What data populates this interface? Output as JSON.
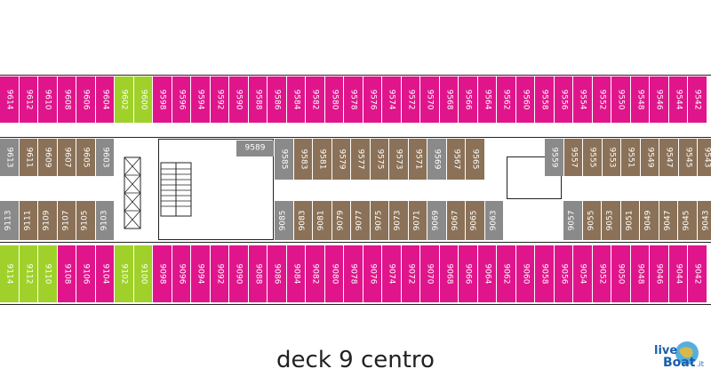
{
  "title": "deck 9 centro",
  "logo": {
    "word1": "live",
    "word2": "Boat",
    "suffix": ".it"
  },
  "colors": {
    "inside_cabin": "#8a7157",
    "balcony_cabin": "#e0158c",
    "accessible_cabin": "#9fd12a",
    "grey_cabin": "#8a8a8a",
    "outline": "#222222"
  },
  "rows": {
    "top_outer": [
      {
        "n": "9614",
        "t": "p"
      },
      {
        "n": "9612",
        "t": "p"
      },
      {
        "n": "9610",
        "t": "p"
      },
      {
        "n": "9608",
        "t": "p"
      },
      {
        "n": "9606",
        "t": "p"
      },
      {
        "n": "9604",
        "t": "p"
      },
      {
        "n": "9602",
        "t": "g"
      },
      {
        "n": "9600",
        "t": "g"
      },
      {
        "n": "9598",
        "t": "p"
      },
      {
        "n": "9596",
        "t": "p"
      },
      {
        "n": "9594",
        "t": "p"
      },
      {
        "n": "9592",
        "t": "p"
      },
      {
        "n": "9590",
        "t": "p"
      },
      {
        "n": "9588",
        "t": "p"
      },
      {
        "n": "9586",
        "t": "p"
      },
      {
        "n": "9584",
        "t": "p"
      },
      {
        "n": "9582",
        "t": "p"
      },
      {
        "n": "9580",
        "t": "p"
      },
      {
        "n": "9578",
        "t": "p"
      },
      {
        "n": "9576",
        "t": "p"
      },
      {
        "n": "9574",
        "t": "p"
      },
      {
        "n": "9572",
        "t": "p"
      },
      {
        "n": "9570",
        "t": "p"
      },
      {
        "n": "9568",
        "t": "p"
      },
      {
        "n": "9566",
        "t": "p"
      },
      {
        "n": "9564",
        "t": "p"
      },
      {
        "n": "9562",
        "t": "p"
      },
      {
        "n": "9560",
        "t": "p"
      },
      {
        "n": "9558",
        "t": "p"
      },
      {
        "n": "9556",
        "t": "p"
      },
      {
        "n": "9554",
        "t": "p"
      },
      {
        "n": "9552",
        "t": "p"
      },
      {
        "n": "9550",
        "t": "p"
      },
      {
        "n": "9548",
        "t": "p"
      },
      {
        "n": "9546",
        "t": "p"
      },
      {
        "n": "9544",
        "t": "p"
      },
      {
        "n": "9542",
        "t": "p"
      }
    ],
    "top_inner_left": [
      {
        "n": "9613",
        "t": "x"
      },
      {
        "n": "9611",
        "t": "b"
      },
      {
        "n": "9609",
        "t": "b"
      },
      {
        "n": "9607",
        "t": "b"
      },
      {
        "n": "9605",
        "t": "b"
      },
      {
        "n": "9603",
        "t": "x"
      }
    ],
    "top_inner_mid": [
      {
        "n": "9585",
        "t": "x"
      },
      {
        "n": "9583",
        "t": "b"
      },
      {
        "n": "9581",
        "t": "b"
      },
      {
        "n": "9579",
        "t": "b"
      },
      {
        "n": "9577",
        "t": "b"
      },
      {
        "n": "9575",
        "t": "b"
      },
      {
        "n": "9573",
        "t": "b"
      },
      {
        "n": "9571",
        "t": "b"
      },
      {
        "n": "9569",
        "t": "x"
      },
      {
        "n": "9567",
        "t": "b"
      },
      {
        "n": "9565",
        "t": "b"
      }
    ],
    "top_inner_right": [
      {
        "n": "9559",
        "t": "x"
      },
      {
        "n": "9557",
        "t": "b"
      },
      {
        "n": "9555",
        "t": "b"
      },
      {
        "n": "9553",
        "t": "b"
      },
      {
        "n": "9551",
        "t": "b"
      },
      {
        "n": "9549",
        "t": "b"
      },
      {
        "n": "9547",
        "t": "b"
      },
      {
        "n": "9545",
        "t": "b"
      },
      {
        "n": "9543",
        "t": "b"
      }
    ],
    "cabin_9589": "9589",
    "bottom_inner_left": [
      {
        "n": "9113",
        "t": "x"
      },
      {
        "n": "9111",
        "t": "b"
      },
      {
        "n": "9109",
        "t": "b"
      },
      {
        "n": "9107",
        "t": "b"
      },
      {
        "n": "9105",
        "t": "b"
      },
      {
        "n": "9103",
        "t": "x"
      }
    ],
    "bottom_inner_mid": [
      {
        "n": "9085",
        "t": "x"
      },
      {
        "n": "9083",
        "t": "b"
      },
      {
        "n": "9081",
        "t": "b"
      },
      {
        "n": "9079",
        "t": "b"
      },
      {
        "n": "9077",
        "t": "b"
      },
      {
        "n": "9075",
        "t": "b"
      },
      {
        "n": "9073",
        "t": "b"
      },
      {
        "n": "9071",
        "t": "b"
      },
      {
        "n": "9069",
        "t": "x"
      },
      {
        "n": "9067",
        "t": "b"
      },
      {
        "n": "9065",
        "t": "b"
      },
      {
        "n": "9063",
        "t": "x"
      }
    ],
    "bottom_inner_right": [
      {
        "n": "9057",
        "t": "x"
      },
      {
        "n": "9055",
        "t": "b"
      },
      {
        "n": "9053",
        "t": "b"
      },
      {
        "n": "9051",
        "t": "b"
      },
      {
        "n": "9049",
        "t": "b"
      },
      {
        "n": "9047",
        "t": "b"
      },
      {
        "n": "9045",
        "t": "b"
      },
      {
        "n": "9043",
        "t": "b"
      }
    ],
    "bottom_outer": [
      {
        "n": "9114",
        "t": "g"
      },
      {
        "n": "9112",
        "t": "g"
      },
      {
        "n": "9110",
        "t": "g"
      },
      {
        "n": "9108",
        "t": "p"
      },
      {
        "n": "9106",
        "t": "p"
      },
      {
        "n": "9104",
        "t": "p"
      },
      {
        "n": "9102",
        "t": "g"
      },
      {
        "n": "9100",
        "t": "g"
      },
      {
        "n": "9098",
        "t": "p"
      },
      {
        "n": "9096",
        "t": "p"
      },
      {
        "n": "9094",
        "t": "p"
      },
      {
        "n": "9092",
        "t": "p"
      },
      {
        "n": "9090",
        "t": "p"
      },
      {
        "n": "9088",
        "t": "p"
      },
      {
        "n": "9086",
        "t": "p"
      },
      {
        "n": "9084",
        "t": "p"
      },
      {
        "n": "9082",
        "t": "p"
      },
      {
        "n": "9080",
        "t": "p"
      },
      {
        "n": "9078",
        "t": "p"
      },
      {
        "n": "9076",
        "t": "p"
      },
      {
        "n": "9074",
        "t": "p"
      },
      {
        "n": "9072",
        "t": "p"
      },
      {
        "n": "9070",
        "t": "p"
      },
      {
        "n": "9068",
        "t": "p"
      },
      {
        "n": "9066",
        "t": "p"
      },
      {
        "n": "9064",
        "t": "p"
      },
      {
        "n": "9062",
        "t": "p"
      },
      {
        "n": "9060",
        "t": "p"
      },
      {
        "n": "9058",
        "t": "p"
      },
      {
        "n": "9056",
        "t": "p"
      },
      {
        "n": "9054",
        "t": "p"
      },
      {
        "n": "9052",
        "t": "p"
      },
      {
        "n": "9050",
        "t": "p"
      },
      {
        "n": "9048",
        "t": "p"
      },
      {
        "n": "9046",
        "t": "p"
      },
      {
        "n": "9044",
        "t": "p"
      },
      {
        "n": "9042",
        "t": "p"
      }
    ]
  }
}
